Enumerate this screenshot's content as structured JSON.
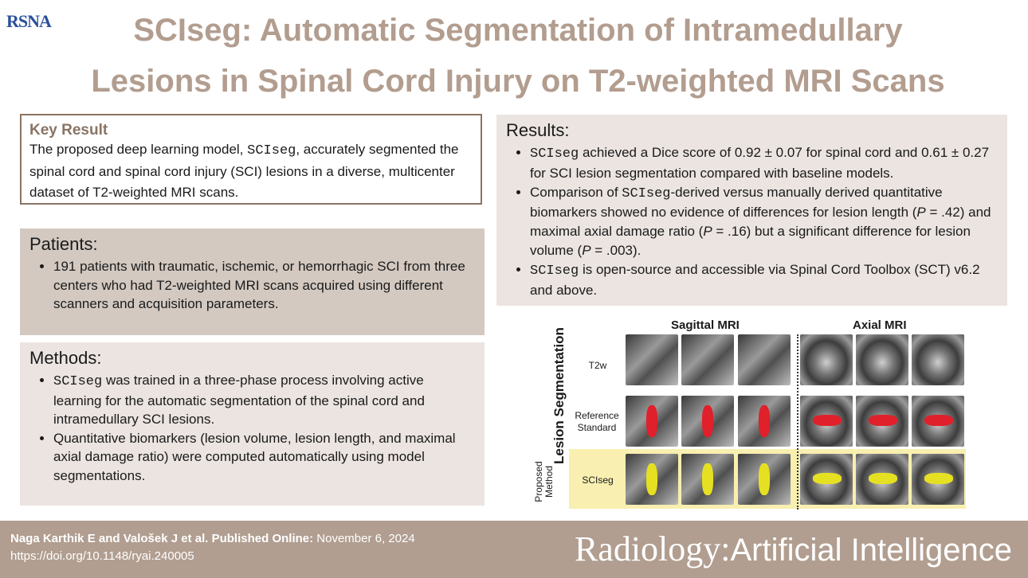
{
  "logo": "RSNA",
  "title": {
    "line1": "SCIseg: Automatic Segmentation of Intramedullary",
    "line2": "Lesions in Spinal Cord Injury on T2-weighted MRI Scans"
  },
  "key_result": {
    "heading": "Key Result",
    "pre": "The proposed deep learning model, ",
    "model": "SCIseg",
    "post": ", accurately segmented the spinal cord and spinal cord injury (SCI) lesions in a diverse, multicenter dataset of T2-weighted MRI scans."
  },
  "patients": {
    "heading": "Patients:",
    "bullet1": "191 patients with traumatic, ischemic, or hemorrhagic SCI from three centers who had T2-weighted MRI scans acquired using different scanners and acquisition parameters."
  },
  "methods": {
    "heading": "Methods:",
    "bullet1_model": "SCIseg",
    "bullet1_text": " was trained in a three-phase process involving active learning for the automatic segmentation of the spinal cord and intramedullary SCI lesions.",
    "bullet2": "Quantitative biomarkers (lesion volume, lesion length, and maximal axial damage ratio) were computed automatically using model segmentations."
  },
  "results": {
    "heading": "Results:",
    "b1_model": "SCIseg",
    "b1_text": " achieved a Dice score of 0.92 ± 0.07 for spinal cord and 0.61 ± 0.27 for SCI lesion segmentation compared with baseline models.",
    "b2_pre": "Comparison of ",
    "b2_model": "SCIseg",
    "b2_text1": "-derived versus manually derived quantitative biomarkers showed no evidence of differences for lesion length (",
    "b2_p1": "P",
    "b2_text2": " = .42) and maximal axial damage ratio (",
    "b2_p2": "P",
    "b2_text3": " = .16) but a significant difference for lesion volume (",
    "b2_p3": "P",
    "b2_text4": " = .003).",
    "b3_model": "SCIseg",
    "b3_text": " is open-source and accessible via Spinal Cord Toolbox (SCT) v6.2 and above."
  },
  "figure": {
    "sagittal": "Sagittal MRI",
    "axial": "Axial MRI",
    "side_label": "Lesion Segmentation",
    "proposed_label": "Proposed Method",
    "row_t2w": "T2w",
    "row_ref": "Reference Standard",
    "row_sciseg": "SCIseg",
    "lesion_red": "#e0202a",
    "lesion_yellow": "#e6e023"
  },
  "footer": {
    "authors": "Naga Karthik E and Valošek J et al. Published Online:",
    "date": " November 6, 2024",
    "doi": "https://doi.org/10.1148/ryai.240005",
    "journal_main": "Radiology:",
    "journal_sub": "Artificial Intelligence"
  }
}
